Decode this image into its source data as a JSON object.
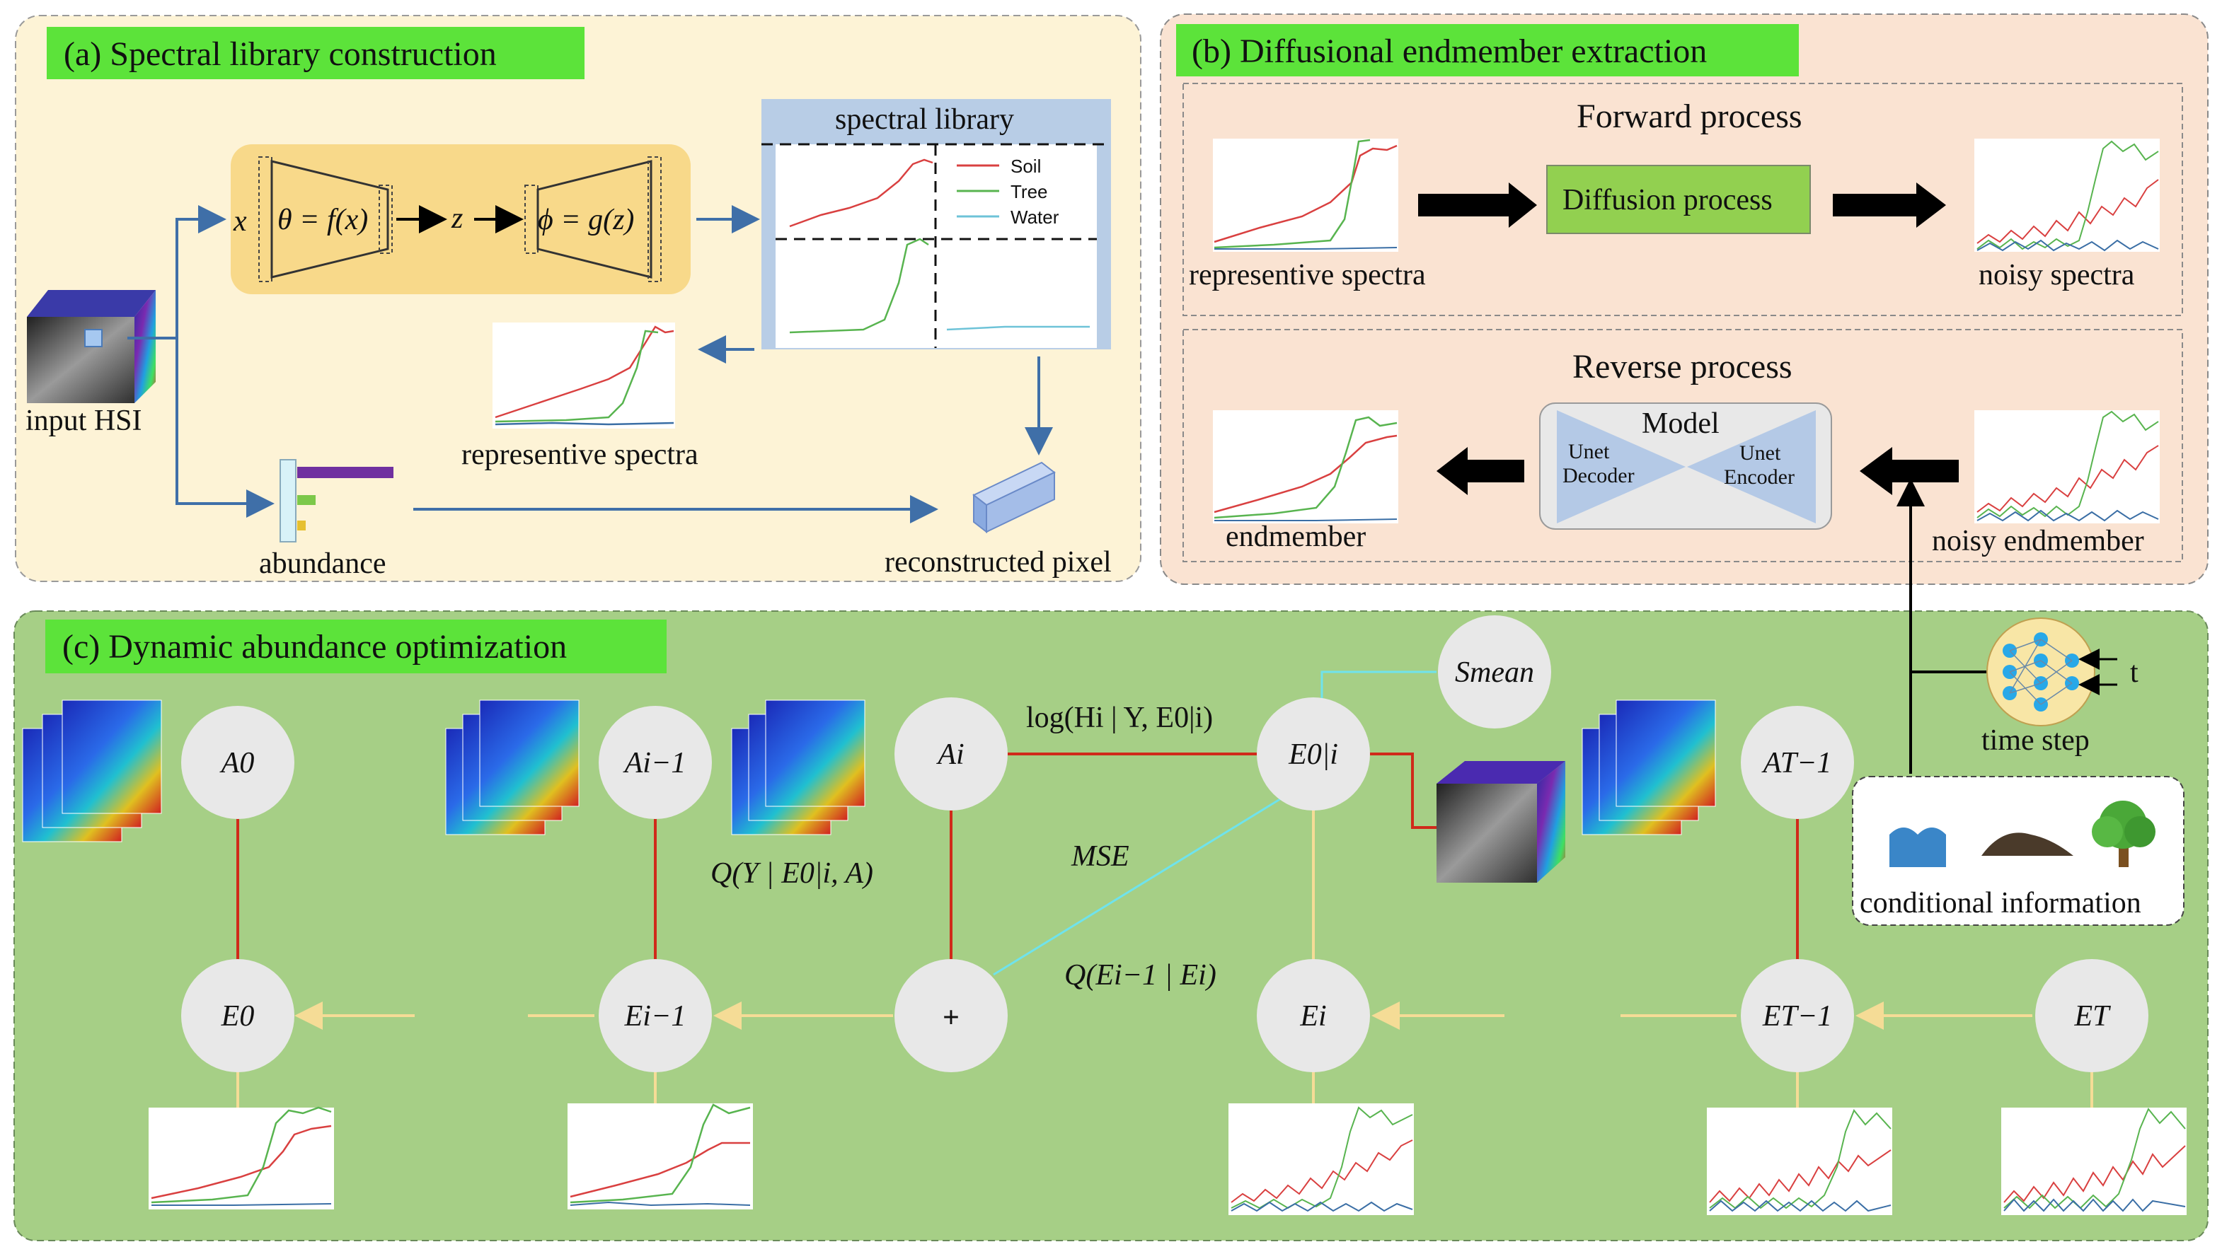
{
  "panel_a": {
    "title": "(a) Spectral library construction",
    "input_label": "input HSI",
    "encoder_input": "x",
    "encoder_fn": "θ = f(x)",
    "latent": "z",
    "decoder_fn": "ϕ = g(z)",
    "library_title": "spectral library",
    "legend": [
      "Soil",
      "Tree",
      "Water"
    ],
    "representative_label": "representive spectra",
    "abundance_label": "abundance",
    "reconstructed_label": "reconstructed pixel"
  },
  "panel_b": {
    "title": "(b) Diffusional endmember extraction",
    "forward_title": "Forward process",
    "diffusion_box": "Diffusion process",
    "forward_in_label": "representive spectra",
    "forward_out_label": "noisy spectra",
    "reverse_title": "Reverse process",
    "model_title": "Model",
    "model_left": "Unet Decoder",
    "model_right": "Unet Encoder",
    "reverse_out_label": "endmember",
    "reverse_in_label": "noisy endmember"
  },
  "panel_c": {
    "title": "(c) Dynamic abundance optimization",
    "time_step_label": "time step",
    "t_label": "t",
    "conditional_label": "conditional information",
    "nodes": {
      "A0": "A0",
      "Ai1": "Ai−1",
      "Ai": "Ai",
      "E0i": "E0|i",
      "AT1": "AT−1",
      "E0": "E0",
      "Ei1": "Ei−1",
      "plus": "+",
      "Ei": "Ei",
      "ET1": "ET−1",
      "ET": "ET",
      "Smean": "Smean"
    },
    "log_label": "log(Hi | Y, E0|i)",
    "q_label": "Q(Y | E0|i, A)",
    "mse_label": "MSE",
    "q2_label": "Q(Ei−1 | Ei)"
  },
  "colors": {
    "panel_a_bg": "#fdf3d6",
    "panel_b_bg": "#fae3d2",
    "panel_c_bg": "#a6cf86",
    "title_bg": "#5ce33a",
    "soil": "#d94040",
    "tree": "#58b44f",
    "water": "#3a6ea5",
    "node": "#e8e8e8",
    "red_link": "#d02a1a",
    "yellow_link": "#f5dc96",
    "cyan_link": "#6fe3ec"
  }
}
